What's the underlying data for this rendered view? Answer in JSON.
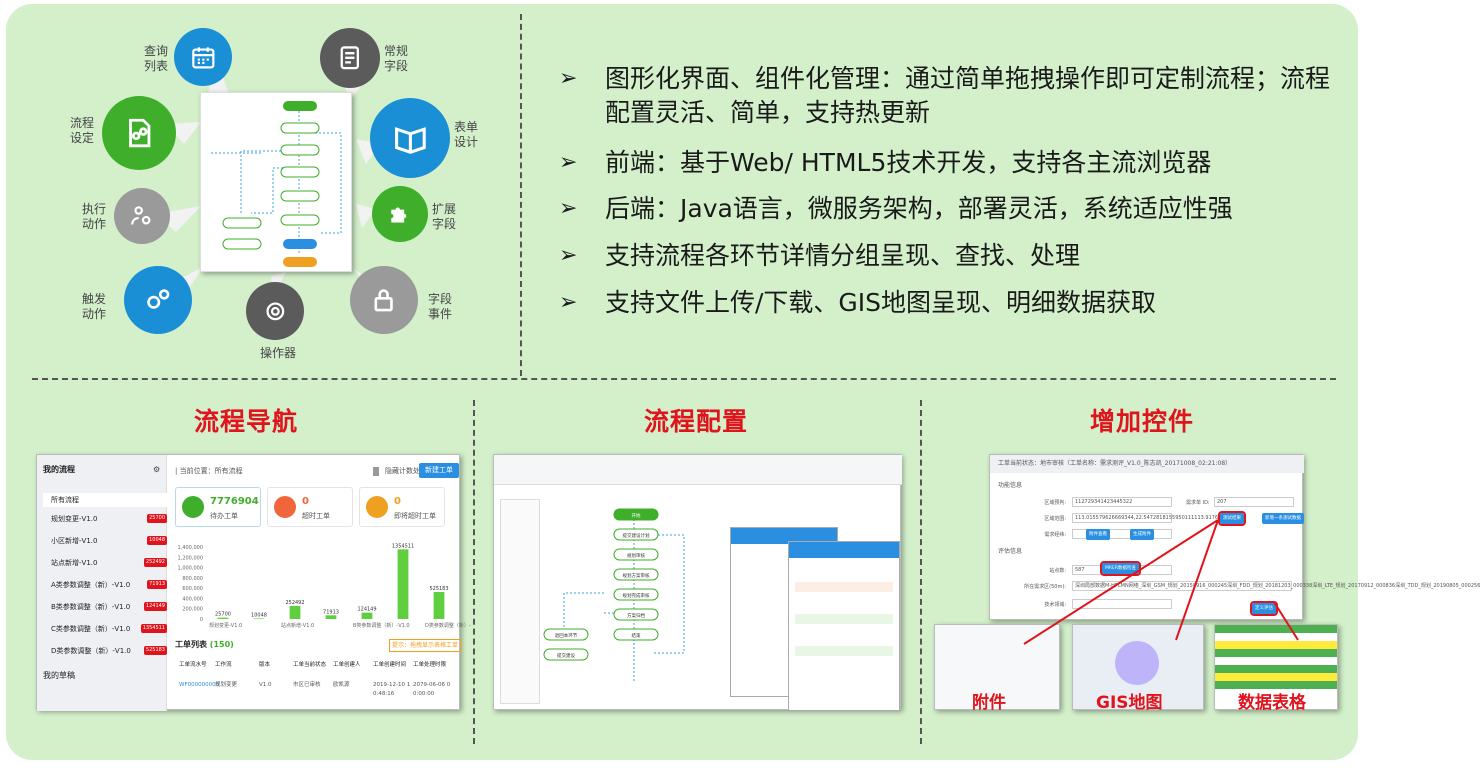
{
  "features": [
    {
      "id": "query",
      "label": "查询\n列表",
      "icon": "calendar-icon",
      "color": "#1a8fd6"
    },
    {
      "id": "regular",
      "label": "常规\n字段",
      "icon": "document-icon",
      "color": "#5b5b5b"
    },
    {
      "id": "flow-set",
      "label": "流程\n设定",
      "icon": "flow-file-icon",
      "color": "#3fae2a"
    },
    {
      "id": "form",
      "label": "表单\n设计",
      "icon": "form-book-icon",
      "color": "#1a8fd6"
    },
    {
      "id": "exec",
      "label": "执行\n动作",
      "icon": "person-gear-icon",
      "color": "#9a9a9a"
    },
    {
      "id": "extend",
      "label": "扩展\n字段",
      "icon": "puzzle-icon",
      "color": "#3fae2a"
    },
    {
      "id": "trigger",
      "label": "触发\n动作",
      "icon": "gears-icon",
      "color": "#1a8fd6"
    },
    {
      "id": "operator",
      "label": "操作器",
      "icon": "cycle-icon",
      "color": "#5b5b5b"
    },
    {
      "id": "event",
      "label": "字段\n事件",
      "icon": "lock-icon",
      "color": "#9a9a9a"
    }
  ],
  "bullets": [
    "图形化界面、组件化管理：通过简单拖拽操作即可定制流程；流程配置灵活、简单，支持热更新",
    "前端：基于Web/ HTML5技术开发，支持各主流浏览器",
    "后端：Java语言，微服务架构，部署灵活，系统适应性强",
    "支持流程各环节详情分组呈现、查找、处理",
    "支持文件上传/下载、GIS地图呈现、明细数据获取"
  ],
  "bullet_marker": "➢",
  "sections": {
    "nav": "流程导航",
    "config": "流程配置",
    "controls": "增加控件"
  },
  "nav_panel": {
    "sidebar_title": "我的流程",
    "breadcrumb": "| 当前位置：所有流程",
    "btn_hide": "隐藏计数处理",
    "btn_new": "新建工单",
    "all": "所有流程",
    "items": [
      {
        "label": "规划变更-V1.0",
        "count": "25700"
      },
      {
        "label": "小区新增-V1.0",
        "count": "10048"
      },
      {
        "label": "站点新增-V1.0",
        "count": "252492"
      },
      {
        "label": "A类参数调整（新）-V1.0",
        "count": "71913"
      },
      {
        "label": "B类参数调整（新）-V1.0",
        "count": "124149"
      },
      {
        "label": "C类参数调整（新）-V1.0",
        "count": "1354511"
      },
      {
        "label": "D类参数调整（新）-V1.0",
        "count": "525183"
      }
    ],
    "my_draft": "我的草稿",
    "stats": [
      {
        "value": "7776904",
        "label": "待办工单",
        "color": "#3fae2a"
      },
      {
        "value": "0",
        "label": "超时工单",
        "color": "#f0663a"
      },
      {
        "value": "0",
        "label": "即将超时工单",
        "color": "#f0a020"
      }
    ],
    "list_title": "工单列表",
    "list_count": "(150)",
    "list_hint": "提示：拖拽显示表格工单",
    "columns": [
      "工单流水号",
      "工作流",
      "版本",
      "工单当前状态",
      "工单创建人",
      "工单创建时间",
      "工单处理时限"
    ],
    "row": [
      "WF000000003",
      "规划变更",
      "V1.0",
      "市区已审核",
      "欧凯源",
      "2019-12-10 1\n0:48:16",
      "2079-06-06 0\n0:00:00"
    ]
  },
  "chart_data": {
    "type": "bar",
    "categories": [
      "规划变更-V1.0",
      "小区新增-V1.0",
      "站点新增-V1.0",
      "A类参数调整（新）-V1.0",
      "B类参数调整（新）-V1.0",
      "C类参数调整（新）-V1.0",
      "D类参数调整（新）-V1.0"
    ],
    "values": [
      25700,
      10048,
      252492,
      71913,
      124149,
      1354511,
      525183
    ],
    "ylim": [
      0,
      1400000
    ],
    "yticks": [
      "1,400,000",
      "1,200,000",
      "1,000,000",
      "800,000",
      "600,000",
      "400,000",
      "200,000",
      "0"
    ],
    "xlabels": [
      "规划变更-V1.0",
      "站点新增-V1.0",
      "B类参数调整（新）-V1.0",
      "D类参数调整（新）-"
    ],
    "color": "#5fcf3f"
  },
  "flow_nodes": [
    "开始",
    "提交建设计划",
    "规划审核",
    "规划方案审核",
    "规划完成审核",
    "方案归档",
    "结束",
    "退回本环节",
    "提交建设"
  ],
  "controls": {
    "header": "工单当前状态：地市审核（工单名称：需求测评_V1.0_陈志凯_20171008_02:21:08）",
    "group1": "功能信息",
    "group2": "评估信息",
    "labels": [
      "区域预判:",
      "区域范围:",
      "需求经纬:",
      "站点数:",
      "所在需求区(50m):",
      "技术领域:"
    ],
    "values": [
      "112729341423445322",
      "113.015579626669344,22.5472818155950111113.9176141",
      "",
      "587"
    ],
    "req_num": "需求单 ID:",
    "req_val": "207",
    "buttons": [
      "附件查看",
      "生成附件",
      "测试结果",
      "新增一条测试数据",
      "MRER数据检查",
      "定义评估"
    ],
    "sample_text": "深圳局部数据M-HPLMN网络_深圳_GSM_规划_20150916_000245深圳_FDD_规划_20181203_000338深圳_LTE_规划_20170912_000836深圳_TDD_规划_20190805_000256"
  },
  "control_labels": [
    "附件",
    "GIS地图",
    "数据表格"
  ]
}
